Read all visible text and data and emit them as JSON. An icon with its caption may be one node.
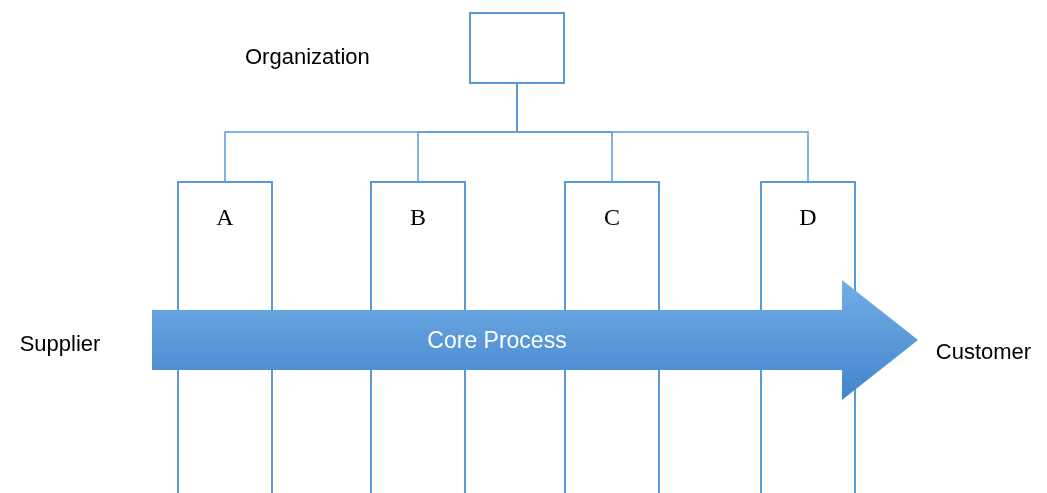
{
  "diagram": {
    "nodes": [
      {
        "text": [],
        "shape": "box"
      },
      {
        "text": [
          "A"
        ]
      },
      {
        "text": [
          "B"
        ]
      },
      {
        "text": [
          "C"
        ]
      },
      {
        "text": [
          "D"
        ]
      },
      {
        "text": [
          "Supplier"
        ]
      },
      {
        "text": [
          "Core Process"
        ]
      },
      {
        "text": [
          "Customer"
        ]
      }
    ],
    "edges": [
      {
        "from": 0,
        "to": 1,
        "arrow": "none"
      },
      {
        "from": 0,
        "to": 2,
        "arrow": "none"
      },
      {
        "from": 0,
        "to": 3,
        "arrow": "none"
      },
      {
        "from": 0,
        "to": 4,
        "arrow": "none"
      }
    ],
    "labels": [
      "Organization"
    ]
  }
}
